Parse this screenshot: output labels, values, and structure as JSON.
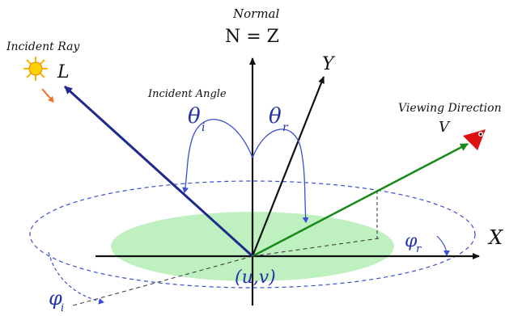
{
  "labels": {
    "normal": "Normal",
    "normal_eq": "N = Z",
    "incident_ray": "Incident Ray",
    "incident_angle": "Incident Angle",
    "viewing_direction": "Viewing Direction",
    "L": "L",
    "V": "V",
    "Y": "Y",
    "X": "X",
    "theta_i_base": "θ",
    "theta_i_sub": "i",
    "theta_r_base": "θ",
    "theta_r_sub": "r",
    "phi_i_base": "φ",
    "phi_i_sub": "i",
    "phi_r_base": "φ",
    "phi_r_sub": "r",
    "origin": "(u,v)"
  },
  "colors": {
    "incident_ray": "#1f2a8c",
    "viewing_ray": "#1a8a1a",
    "axes": "#111111",
    "ellipse_fill": "#bff0bf",
    "dashed": "#3a4fd0",
    "angle_text": "#2233aa",
    "sun": "#ffb000",
    "sun_arrow": "#f07020",
    "eye": "#dd1111"
  }
}
